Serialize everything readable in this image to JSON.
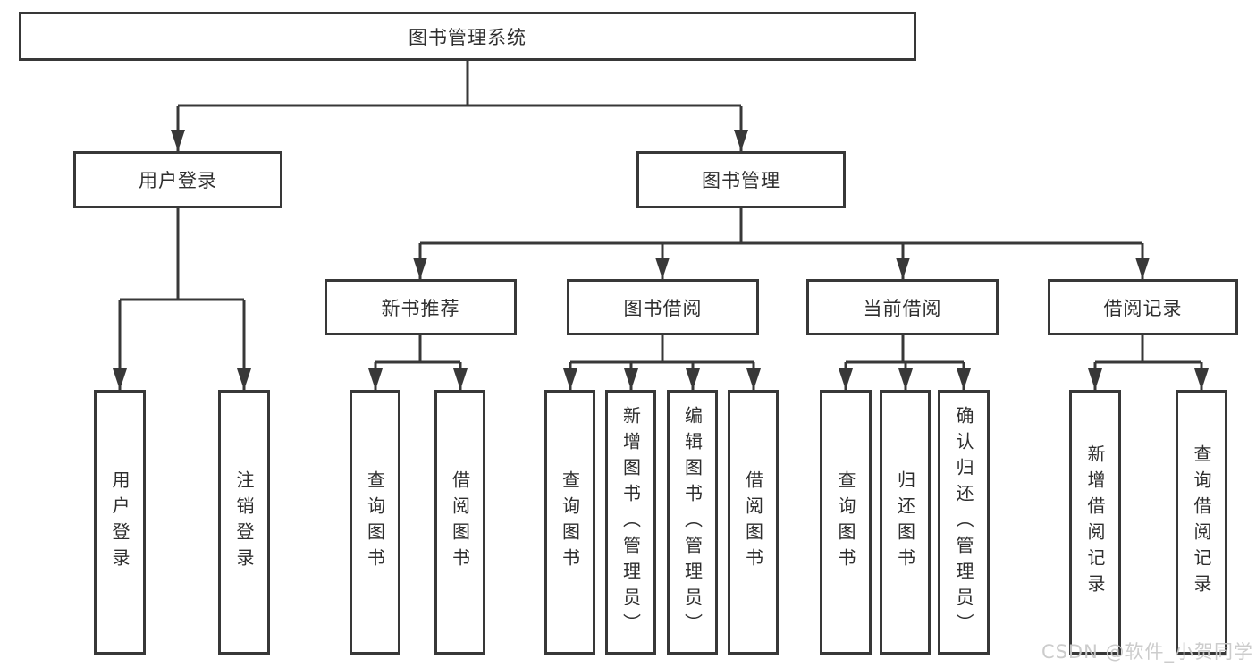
{
  "tree": {
    "root": {
      "label": "图书管理系统"
    },
    "branches": [
      {
        "label": "用户登录",
        "children": [
          {
            "label": "用户登录"
          },
          {
            "label": "注销登录"
          }
        ]
      },
      {
        "label": "图书管理",
        "children": [
          {
            "label": "新书推荐",
            "children": [
              {
                "label": "查询图书"
              },
              {
                "label": "借阅图书"
              }
            ]
          },
          {
            "label": "图书借阅",
            "children": [
              {
                "label": "查询图书"
              },
              {
                "label": "新增图书（管理员）"
              },
              {
                "label": "编辑图书（管理员）"
              },
              {
                "label": "借阅图书"
              }
            ]
          },
          {
            "label": "当前借阅",
            "children": [
              {
                "label": "查询图书"
              },
              {
                "label": "归还图书"
              },
              {
                "label": "确认归还（管理员）"
              }
            ]
          },
          {
            "label": "借阅记录",
            "children": [
              {
                "label": "新增借阅记录"
              },
              {
                "label": "查询借阅记录"
              }
            ]
          }
        ]
      }
    ]
  },
  "watermark": "CSDN @软件_小贺同学",
  "colors": {
    "line": "#383838",
    "text": "#2e2e2e",
    "watermark": "#c9c9c9"
  }
}
